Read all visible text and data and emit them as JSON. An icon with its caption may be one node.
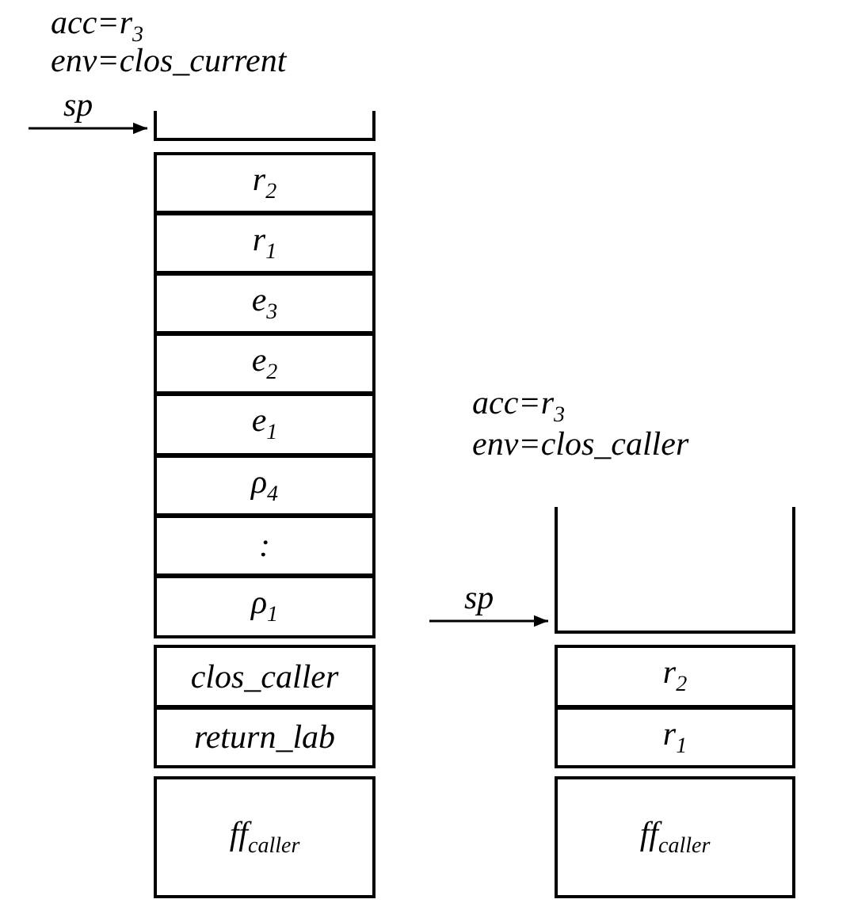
{
  "diagram": {
    "nodes": [
      {
        "text": [],
        "shape": "box"
      },
      {
        "text": [
          "r$_{2}$"
        ]
      },
      {
        "text": [
          "r$_{1}$"
        ]
      },
      {
        "text": [
          "e$_{3}$"
        ]
      },
      {
        "text": [
          "e$_{2}$"
        ]
      },
      {
        "text": [
          "e$_{1}$"
        ]
      },
      {
        "text": [
          "ρ$_{4}$"
        ]
      },
      {
        "text": [
          ":"
        ]
      },
      {
        "text": [
          "ρ$_{1}$"
        ]
      },
      {
        "text": [
          "clos_caller"
        ]
      },
      {
        "text": [
          "return_lab"
        ]
      },
      {
        "text": [
          "ff$_{caller}$"
        ]
      },
      {
        "text": [],
        "shape": "box"
      },
      {
        "text": [
          "r$_{2}$"
        ]
      },
      {
        "text": [
          "r$_{1}$"
        ]
      },
      {
        "text": [
          "ff$_{caller}$"
        ]
      }
    ],
    "edges": [
      {
        "from": null,
        "to": 0,
        "arrow": "to",
        "label": "sp"
      },
      {
        "from": null,
        "to": 12,
        "arrow": "to",
        "label": "sp"
      }
    ],
    "labels": [
      "acc=r$_{3}$",
      "env=clos_current",
      "acc=r$_{3}$",
      "env=clos_caller"
    ]
  }
}
